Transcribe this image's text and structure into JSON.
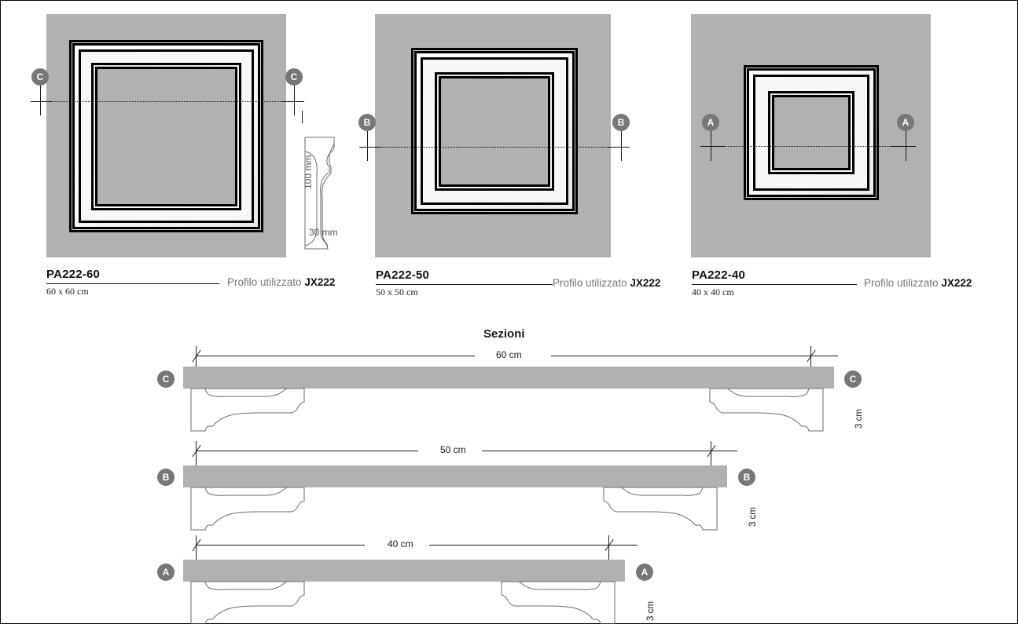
{
  "products": [
    {
      "code": "PA222-60",
      "size": "60 x 60 cm",
      "profile_label": "Profilo utilizzato",
      "profile_code": "JX222",
      "marker": "C"
    },
    {
      "code": "PA222-50",
      "size": "50 x 50 cm",
      "profile_label": "Profilo utilizzato",
      "profile_code": "JX222",
      "marker": "B"
    },
    {
      "code": "PA222-40",
      "size": "40 x 40 cm",
      "profile_label": "Profilo utilizzato",
      "profile_code": "JX222",
      "marker": "A"
    }
  ],
  "profile_drawing": {
    "width_label": "30 mm",
    "height_label": "100 mm"
  },
  "sections": {
    "title": "Sezioni",
    "rows": [
      {
        "marker": "C",
        "width_label": "60 cm",
        "depth_label": "3 cm"
      },
      {
        "marker": "B",
        "width_label": "50 cm",
        "depth_label": "3 cm"
      },
      {
        "marker": "A",
        "width_label": "40 cm",
        "depth_label": "3 cm"
      }
    ]
  },
  "colors": {
    "gray_fill": "#b1b1b1",
    "badge": "#777777",
    "line": "#1a1a1a",
    "muted_text": "#777777"
  }
}
